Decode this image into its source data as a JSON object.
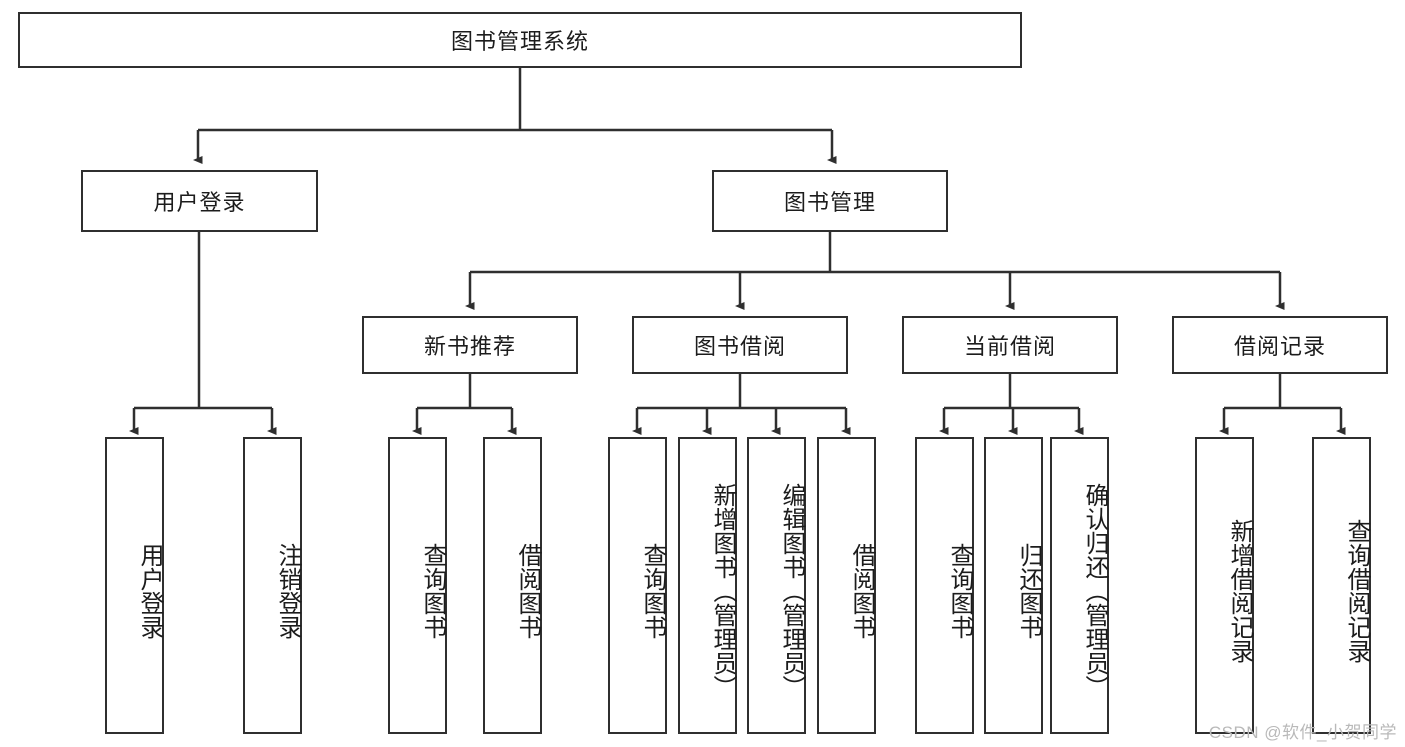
{
  "diagram": {
    "title": "图书管理系统",
    "watermark": "CSDN @软件_小贺同学",
    "colors": {
      "box_border": "#2f2f2f",
      "box_fill": "#ffffff",
      "edge": "#2f2f2f",
      "text": "#1c1c1c",
      "watermark": "#b9b9b9"
    },
    "root": {
      "label": "图书管理系统"
    },
    "level2": [
      {
        "label": "用户登录"
      },
      {
        "label": "图书管理"
      }
    ],
    "level3": [
      {
        "label": "新书推荐"
      },
      {
        "label": "图书借阅"
      },
      {
        "label": "当前借阅"
      },
      {
        "label": "借阅记录"
      }
    ],
    "leaves": {
      "user_login": [
        {
          "label": "用户登录"
        },
        {
          "label": "注销登录"
        }
      ],
      "new_book_recommend": [
        {
          "label": "查询图书"
        },
        {
          "label": "借阅图书"
        }
      ],
      "book_borrow": [
        {
          "label": "查询图书"
        },
        {
          "label": "新增图书（管理员）"
        },
        {
          "label": "编辑图书（管理员）"
        },
        {
          "label": "借阅图书"
        }
      ],
      "current_borrow": [
        {
          "label": "查询图书"
        },
        {
          "label": "归还图书"
        },
        {
          "label": "确认归还（管理员）"
        }
      ],
      "borrow_record": [
        {
          "label": "新增借阅记录"
        },
        {
          "label": "查询借阅记录"
        }
      ]
    }
  }
}
